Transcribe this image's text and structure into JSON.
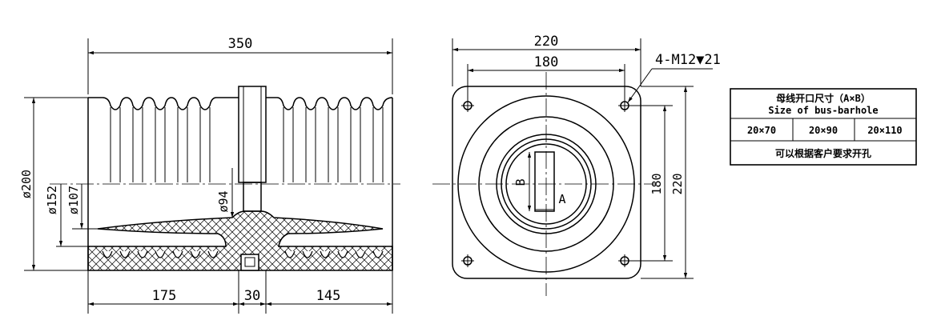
{
  "side_view": {
    "dims": {
      "total_length": "350",
      "dia_outer": "ø200",
      "dia_152": "ø152",
      "dia_107": "ø107",
      "dia_94": "ø94",
      "left_length": "175",
      "center_width": "30",
      "right_length": "145"
    }
  },
  "front_view": {
    "dims": {
      "outer_width": "220",
      "hole_spacing": "180",
      "hole_callout": "4-M12▼21",
      "height_180": "180",
      "height_220": "220",
      "slot_a": "A",
      "slot_b": "B"
    }
  },
  "table": {
    "title_cn": "母线开口尺寸（A×B）",
    "title_en": "Size of bus-barhole",
    "options": [
      "20×70",
      "20×90",
      "20×110"
    ],
    "note": "可以根据客户要求开孔"
  }
}
